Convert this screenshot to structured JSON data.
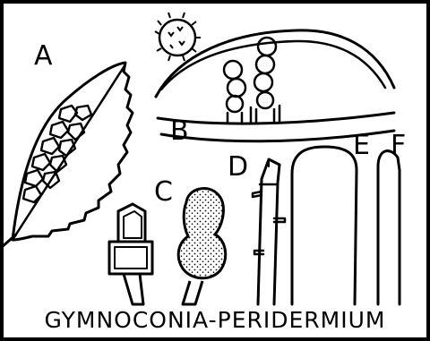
{
  "figure": {
    "caption": "GYMNOCONIA-PERIDERMIUM",
    "labels": {
      "a": "A",
      "b": "B",
      "c": "C",
      "d": "D",
      "e": "E",
      "f": "F"
    },
    "ink_color": "#000000",
    "paper_color": "#ffffff"
  }
}
